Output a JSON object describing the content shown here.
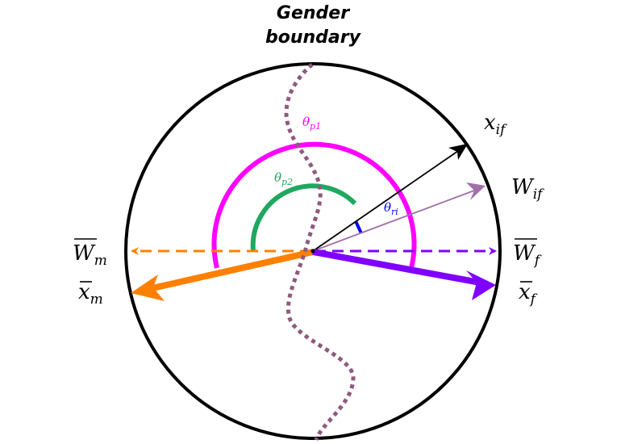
{
  "title": {
    "line1": "Gender",
    "line2": "boundary"
  },
  "labels": {
    "x_if": {
      "base": "x",
      "sub": "if"
    },
    "w_if": {
      "base": "W",
      "sub": "if"
    },
    "w_f_bar": {
      "base": "W",
      "sub": "f"
    },
    "x_f_bar": {
      "base": "x",
      "sub": "f"
    },
    "w_m_bar": {
      "base": "W",
      "sub": "m"
    },
    "x_m_bar": {
      "base": "x",
      "sub": "m"
    },
    "theta_p1": {
      "base": "θ",
      "sub": "p1"
    },
    "theta_p2": {
      "base": "θ",
      "sub": "p2"
    },
    "theta_ri": {
      "base": "θ",
      "sub": "ri"
    }
  },
  "colors": {
    "circle": "#000000",
    "boundary": "#8e5a7e",
    "female": "#8000ff",
    "male": "#ff8000",
    "x_if": "#000000",
    "w_if": "#a070a8",
    "theta_p1": "#ff00ff",
    "theta_p2": "#20a860",
    "theta_ri": "#0000ff"
  }
}
